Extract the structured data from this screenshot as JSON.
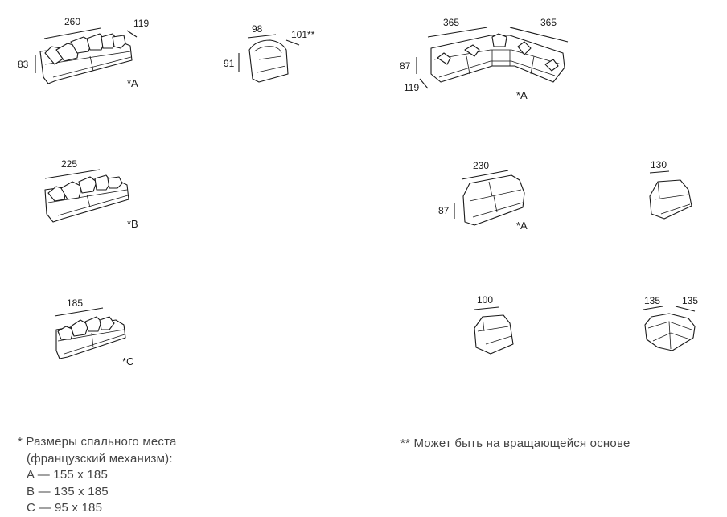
{
  "items": [
    {
      "id": "sofa-260",
      "width": "260",
      "depth": "119",
      "height": "83",
      "mark": "*A"
    },
    {
      "id": "armchair",
      "width": "98",
      "depth": "101**",
      "height": "91"
    },
    {
      "id": "corner",
      "side1": "365",
      "side2": "365",
      "height": "87",
      "depth": "119",
      "mark": "*A"
    },
    {
      "id": "sofa-225",
      "width": "225",
      "mark": "*B"
    },
    {
      "id": "sofa-230",
      "width": "230",
      "height": "87",
      "mark": "*A"
    },
    {
      "id": "module-130",
      "width": "130"
    },
    {
      "id": "sofa-185",
      "width": "185",
      "mark": "*C"
    },
    {
      "id": "module-100",
      "width": "100"
    },
    {
      "id": "corner-module",
      "side1": "135",
      "side2": "135"
    }
  ],
  "notes": {
    "sleeping_title": "* Размеры спального места",
    "sleeping_sub": "(французский механизм):",
    "sleeping_a": "A — 155 x 185",
    "sleeping_b": "B — 135 x 185",
    "sleeping_c": "C — 95 x 185",
    "swivel": "** Может быть на вращающейся основе"
  }
}
